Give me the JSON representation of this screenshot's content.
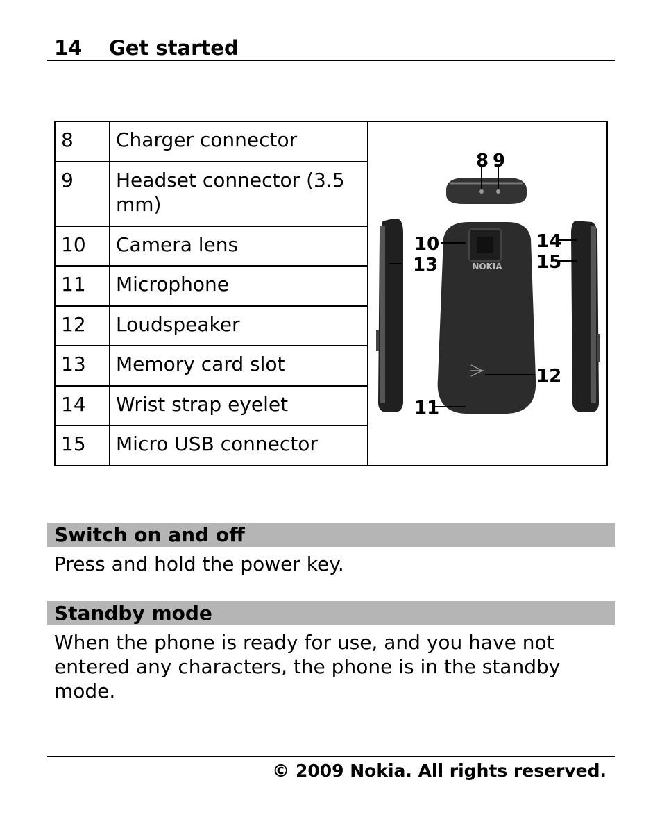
{
  "header": {
    "page_number": "14",
    "section_title": "Get started"
  },
  "parts_table": [
    {
      "number": "8",
      "label": "Charger connector"
    },
    {
      "number": "9",
      "label": "Headset connector (3.5 mm)"
    },
    {
      "number": "10",
      "label": "Camera lens"
    },
    {
      "number": "11",
      "label": "Microphone"
    },
    {
      "number": "12",
      "label": "Loudspeaker"
    },
    {
      "number": "13",
      "label": "Memory card slot"
    },
    {
      "number": "14",
      "label": "Wrist strap eyelet"
    },
    {
      "number": "15",
      "label": "Micro USB connector"
    }
  ],
  "illustration": {
    "brand_text": "NOKIA",
    "callouts": [
      "8",
      "9",
      "10",
      "11",
      "12",
      "13",
      "14",
      "15"
    ]
  },
  "sections": [
    {
      "heading": "Switch on and off",
      "body": "Press and hold the power key."
    },
    {
      "heading": "Standby mode",
      "body": "When the phone is ready for use, and you have not entered any characters, the phone is in the standby mode."
    }
  ],
  "footer": {
    "copyright": "© 2009 Nokia. All rights reserved."
  }
}
